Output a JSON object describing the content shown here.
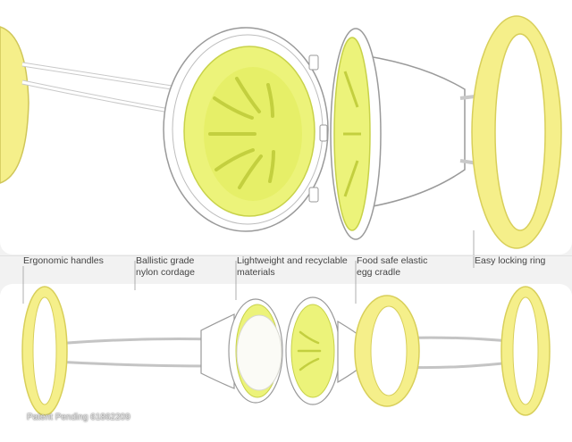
{
  "colors": {
    "silicone_yellow": "#ecf37a",
    "silicone_deep": "#d6e64a",
    "ring_yellow": "#f5ef8a",
    "ring_edge": "#d8cf5a",
    "plastic_white": "#ffffff",
    "outline": "#9a9a9a",
    "egg": "#fbfbf6"
  },
  "labels": {
    "ergonomic_handles": "Ergonomic handles",
    "nylon_cordage": "Ballistic grade\nnylon cordage",
    "materials": "Lightweight and recyclable\nmaterials",
    "egg_cradle": "Food safe elastic\negg cradle",
    "locking_ring": "Easy locking ring"
  },
  "footnote": "Patent Pending 61862209"
}
